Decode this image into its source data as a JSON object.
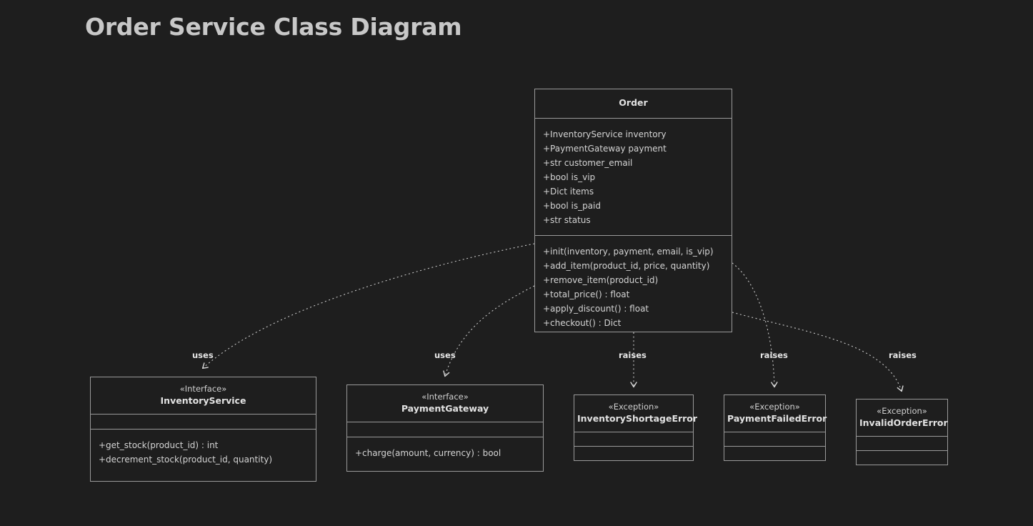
{
  "title": "Order Service Class Diagram",
  "theme": {
    "canvas_background": "#1e1e1e",
    "border": "#9a9a9a",
    "text": "#d4d4d4",
    "title_text": "#c8c8c8",
    "edge": "#c0c0c0"
  },
  "classes": {
    "order": {
      "stereotype": "",
      "name": "Order",
      "attributes": [
        "+InventoryService inventory",
        "+PaymentGateway payment",
        "+str customer_email",
        "+bool is_vip",
        "+Dict items",
        "+bool is_paid",
        "+str status"
      ],
      "operations": [
        "+init(inventory, payment, email, is_vip)",
        "+add_item(product_id, price, quantity)",
        "+remove_item(product_id)",
        "+total_price() : float",
        "+apply_discount() : float",
        "+checkout() : Dict"
      ]
    },
    "inventoryservice": {
      "stereotype": "«Interface»",
      "name": "InventoryService",
      "attributes": [],
      "operations": [
        "+get_stock(product_id) : int",
        "+decrement_stock(product_id, quantity)"
      ]
    },
    "paymentgateway": {
      "stereotype": "«Interface»",
      "name": "PaymentGateway",
      "attributes": [],
      "operations": [
        "+charge(amount, currency) : bool"
      ]
    },
    "inventoryshortageerror": {
      "stereotype": "«Exception»",
      "name": "InventoryShortageError",
      "attributes": [],
      "operations": []
    },
    "paymentfailederror": {
      "stereotype": "«Exception»",
      "name": "PaymentFailedError",
      "attributes": [],
      "operations": []
    },
    "invalidordererror": {
      "stereotype": "«Exception»",
      "name": "InvalidOrderError",
      "attributes": [],
      "operations": []
    }
  },
  "edges": [
    {
      "id": "uses-inventory",
      "from": "order",
      "to": "inventoryservice",
      "label": "uses",
      "style": "dashed",
      "arrow": "open"
    },
    {
      "id": "uses-payment",
      "from": "order",
      "to": "paymentgateway",
      "label": "uses",
      "style": "dashed",
      "arrow": "open"
    },
    {
      "id": "raises-shortage",
      "from": "order",
      "to": "inventoryshortageerror",
      "label": "raises",
      "style": "dashed",
      "arrow": "open"
    },
    {
      "id": "raises-payment",
      "from": "order",
      "to": "paymentfailederror",
      "label": "raises",
      "style": "dashed",
      "arrow": "open"
    },
    {
      "id": "raises-invalid",
      "from": "order",
      "to": "invalidordererror",
      "label": "raises",
      "style": "dashed",
      "arrow": "open"
    }
  ]
}
